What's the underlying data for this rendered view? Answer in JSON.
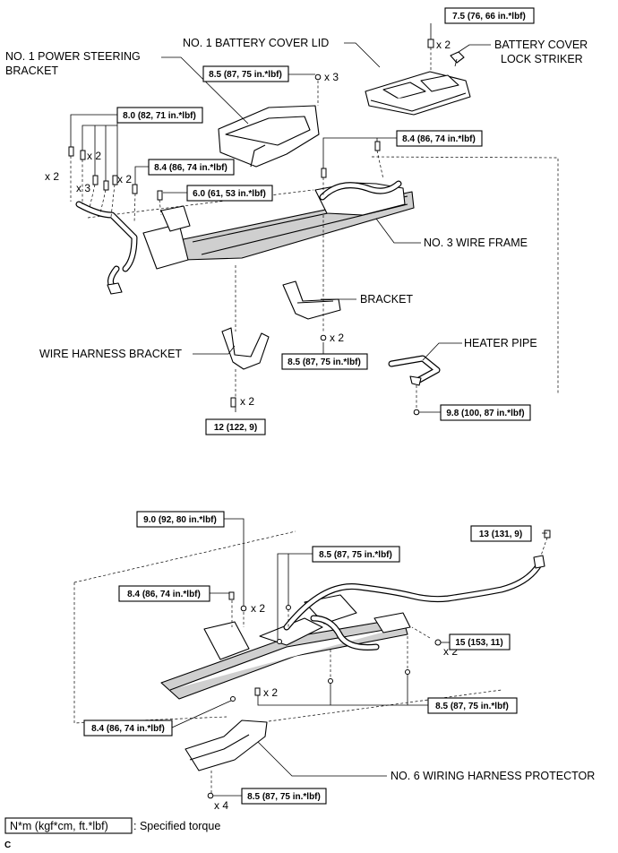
{
  "labels": {
    "battery_cover_lid": "NO. 1 BATTERY COVER LID",
    "battery_cover_lock_striker_1": "BATTERY COVER",
    "battery_cover_lock_striker_2": "LOCK STRIKER",
    "power_steering_bracket_1": "NO. 1 POWER STEERING",
    "power_steering_bracket_2": "BRACKET",
    "wire_frame": "NO. 3 WIRE FRAME",
    "bracket": "BRACKET",
    "heater_pipe": "HEATER PIPE",
    "wire_harness_bracket": "WIRE HARNESS BRACKET",
    "wiring_harness_protector": "NO. 6 WIRING HARNESS PROTECTOR"
  },
  "torques": {
    "t01": "7.5 (76, 66 in.*lbf)",
    "t02": "8.5 (87, 75 in.*lbf)",
    "t03": "8.0 (82, 71 in.*lbf)",
    "t04": "8.4 (86, 74 in.*lbf)",
    "t05": "8.4 (86, 74 in.*lbf)",
    "t06": "6.0 (61, 53 in.*lbf)",
    "t07": "8.5 (87, 75 in.*lbf)",
    "t08": "12 (122, 9)",
    "t09": "9.8 (100, 87 in.*lbf)",
    "t10": "9.0 (92, 80 in.*lbf)",
    "t11": "13 (131, 9)",
    "t12": "8.5 (87, 75 in.*lbf)",
    "t13": "8.4 (86, 74 in.*lbf)",
    "t14": "15 (153, 11)",
    "t15": "8.5 (87, 75 in.*lbf)",
    "t16": "8.4 (86, 74 in.*lbf)",
    "t17": "8.5 (87, 75 in.*lbf)"
  },
  "multipliers": {
    "m01": "x 2",
    "m02": "x 3",
    "m03": "x 2",
    "m04": "x 2",
    "m05": "x 3",
    "m06": "x 2",
    "m07": "x 2",
    "m08": "x 2",
    "m09": "x 2",
    "m10": "x 2",
    "m11": "x 2",
    "m12": "x 4"
  },
  "legend": {
    "unit": "N*m (kgf*cm, ft.*lbf)",
    "desc": ": Specified torque"
  },
  "figure_code": "C"
}
